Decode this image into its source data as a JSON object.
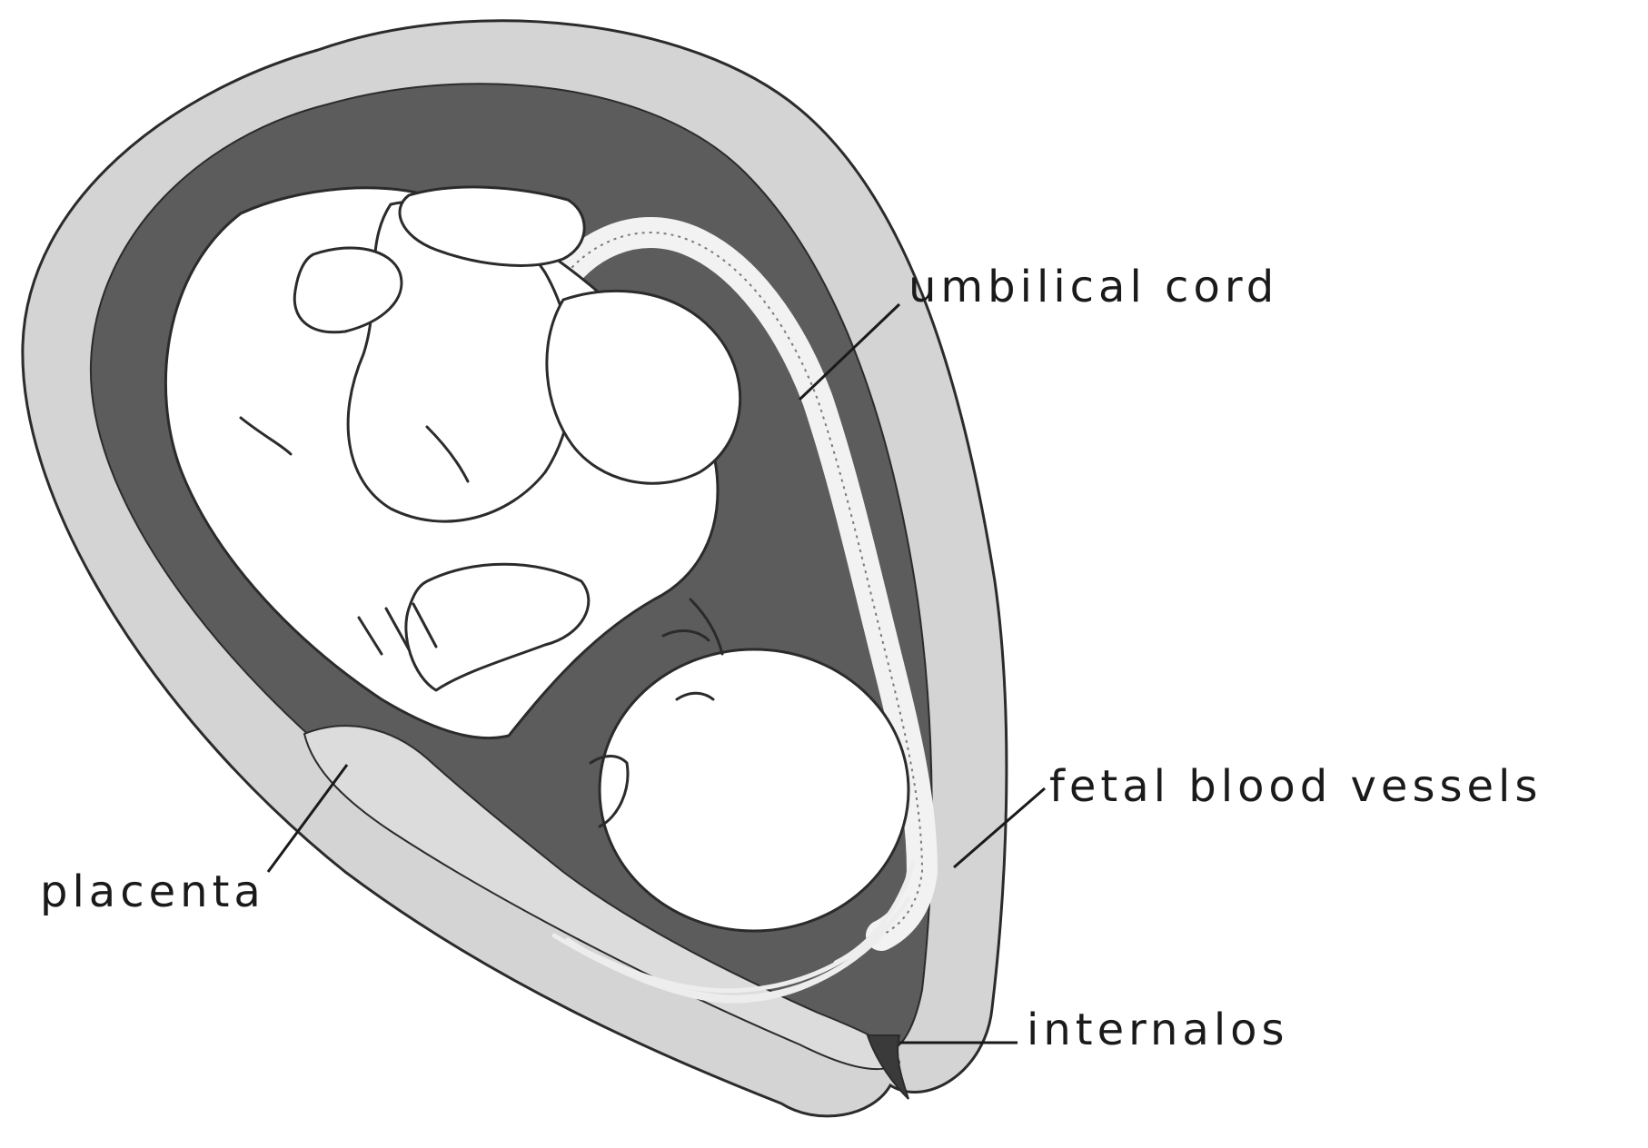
{
  "labels": {
    "umbilical_cord": "umbilical cord",
    "fetal_blood_vessels": "fetal blood vessels",
    "placenta": "placenta",
    "internal_os": "internalos"
  },
  "colors": {
    "uterine_wall": "#d4d4d4",
    "amniotic_cavity": "#5c5c5c",
    "fetus": "#ffffff",
    "outline": "#2b2b2b",
    "placenta": "#dcdcdc",
    "leader_line": "#1a1a1a"
  }
}
